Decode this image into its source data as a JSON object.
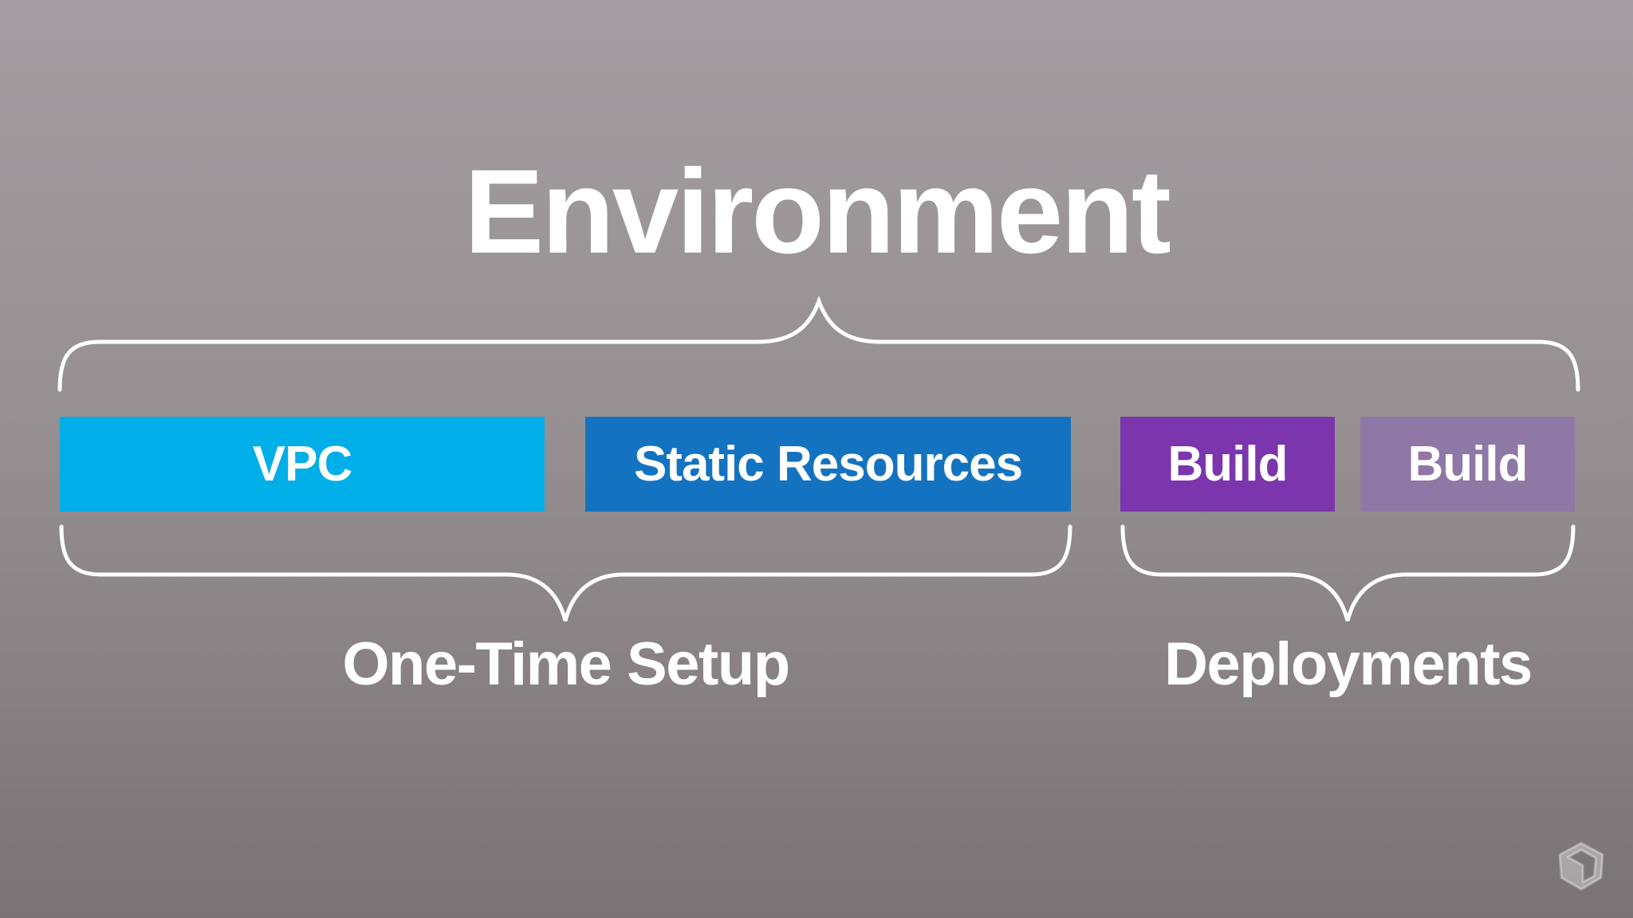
{
  "title": "Environment",
  "boxes": [
    {
      "label": "VPC",
      "color": "#00AEE8"
    },
    {
      "label": "Static Resources",
      "color": "#1473C0"
    },
    {
      "label": "Build",
      "color": "#7B35AD"
    },
    {
      "label": "Build",
      "color": "#8F77A6"
    }
  ],
  "groups": [
    {
      "label": "One-Time Setup"
    },
    {
      "label": "Deployments"
    }
  ],
  "icons": {
    "watermark": "cube-logo-icon"
  },
  "colors": {
    "background_top": "#A49EA2",
    "background_bottom": "#7A7376",
    "brace": "#FFFFFF",
    "text": "#FFFFFF"
  }
}
